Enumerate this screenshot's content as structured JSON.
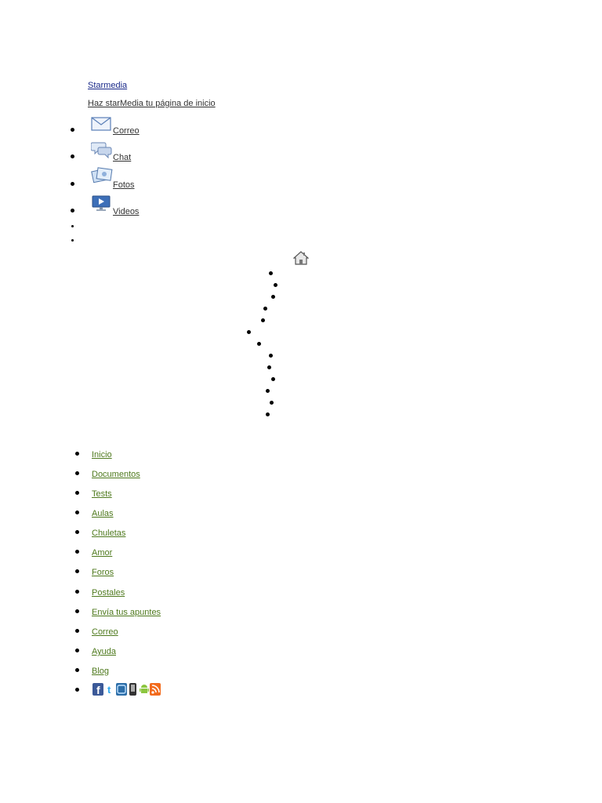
{
  "header": {
    "brand_link": "Starmedia",
    "homepage_link": "Haz starMedia tu página de inicio"
  },
  "services": [
    {
      "label": "Correo",
      "icon": "envelope-icon"
    },
    {
      "label": "Chat",
      "icon": "chat-bubbles-icon"
    },
    {
      "label": "Fotos",
      "icon": "photos-icon"
    },
    {
      "label": "Videos",
      "icon": "video-monitor-icon"
    }
  ],
  "home_icon": "home-icon",
  "nav": {
    "items": [
      {
        "label": "Inicio"
      },
      {
        "label": "Documentos"
      },
      {
        "label": "Tests"
      },
      {
        "label": "Aulas"
      },
      {
        "label": "Chuletas"
      },
      {
        "label": "Amor"
      },
      {
        "label": "Foros"
      },
      {
        "label": "Postales"
      },
      {
        "label": "Envía tus apuntes"
      },
      {
        "label": "Correo"
      },
      {
        "label": "Ayuda"
      },
      {
        "label": "Blog"
      }
    ],
    "social_icons": [
      "facebook-icon",
      "twitter-icon",
      "tuenti-icon",
      "mobile-phone-icon",
      "android-icon",
      "rss-icon"
    ]
  },
  "colors": {
    "nav_link": "#4f7a1e",
    "brand_link": "#1a2a8a"
  }
}
